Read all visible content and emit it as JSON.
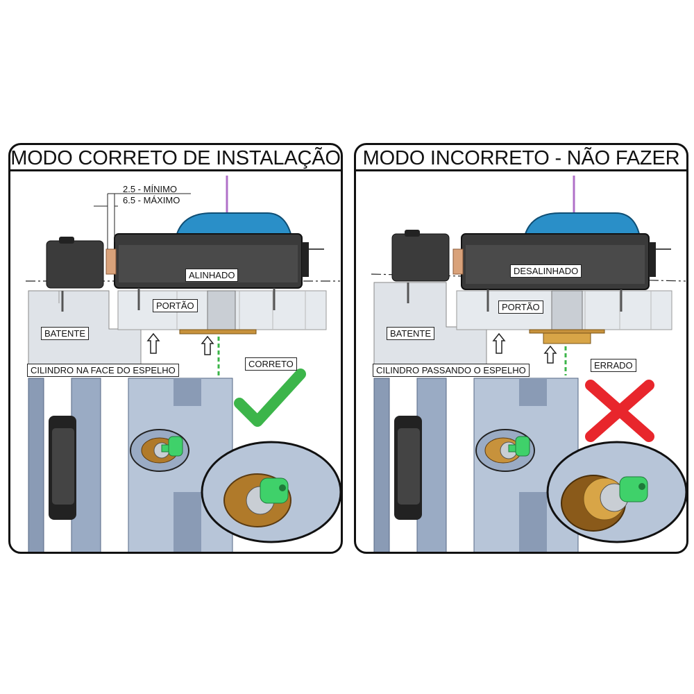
{
  "left": {
    "title": "MODO CORRETO DE INSTALAÇÃO",
    "dim_min": "2.5 - MÍNIMO",
    "dim_max": "6.5 - MÁXIMO",
    "lock_label": "ALINHADO",
    "gate_label": "PORTÃO",
    "frame_label": "BATENTE",
    "cylinder_label": "CILINDRO NA FACE DO ESPELHO",
    "verdict": "CORRETO",
    "verdict_icon": "check-mark-icon",
    "verdict_color": "#3cb54a"
  },
  "right": {
    "title": "MODO INCORRETO - NÃO FAZER",
    "lock_label": "DESALINHADO",
    "gate_label": "PORTÃO",
    "frame_label": "BATENTE",
    "cylinder_label": "CILINDRO PASSANDO O ESPELHO",
    "verdict": "ERRADO",
    "verdict_icon": "x-mark-icon",
    "verdict_color": "#e8262c"
  },
  "colors": {
    "lock_body": "#3a3a3a",
    "lock_button": "#2a8fc8",
    "gate": "#e3e7ec",
    "frame_steel": "#8a9bb5",
    "brass": "#b07a2a",
    "key": "#3fd16a"
  }
}
